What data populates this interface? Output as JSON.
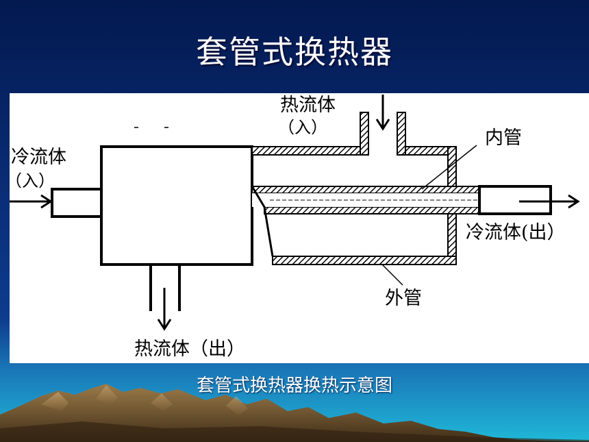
{
  "slide": {
    "title": "套管式换热器",
    "caption": "套管式换热器换热示意图"
  },
  "diagram": {
    "labels": {
      "hot_fluid_in_line1": "热流体",
      "hot_fluid_in_line2": "（入）",
      "inner_tube": "内管",
      "cold_fluid_in_line1": "冷流体",
      "cold_fluid_in_line2": "（入）",
      "cold_fluid_out": "冷流体(出）",
      "outer_tube": "外管",
      "hot_fluid_out": "热流体（出）"
    }
  }
}
